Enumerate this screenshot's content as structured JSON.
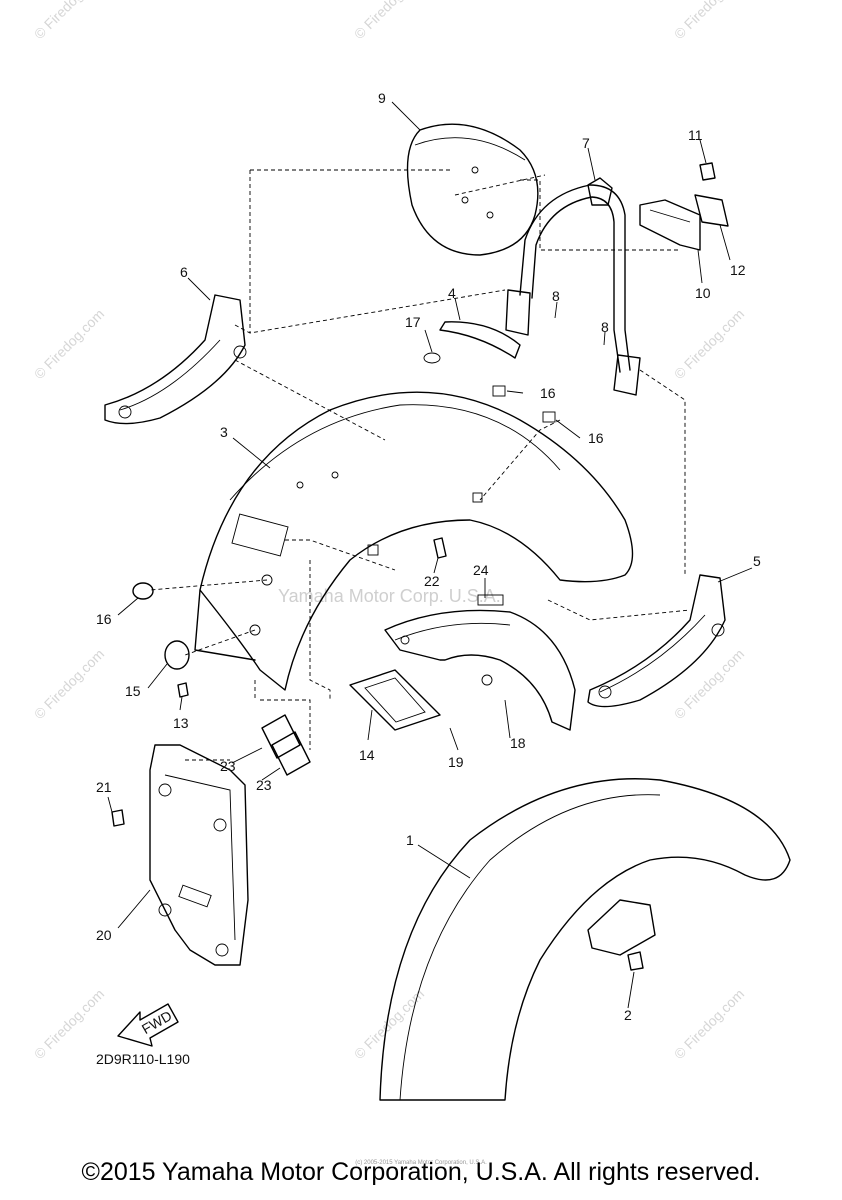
{
  "diagram_code": "2D9R110-L190",
  "fwd_label": "FWD",
  "copyright": "©2015 Yamaha Motor Corporation, U.S.A. All rights reserved.",
  "copyright_small": "(c) 2005-2015 Yamaha Motor Corporation, U.S.A.",
  "watermark_firedog": "© Firedog.com",
  "watermark_yamaha": "Yamaha Motor Corp. U.S.A.",
  "callouts": {
    "c1": "1",
    "c2": "2",
    "c3": "3",
    "c4": "4",
    "c5": "5",
    "c6": "6",
    "c7": "7",
    "c8a": "8",
    "c8b": "8",
    "c9": "9",
    "c10": "10",
    "c11": "11",
    "c12": "12",
    "c13": "13",
    "c14": "14",
    "c15": "15",
    "c16a": "16",
    "c16b": "16",
    "c16c": "16",
    "c17": "17",
    "c18": "18",
    "c19": "19",
    "c20": "20",
    "c21": "21",
    "c22": "22",
    "c23a": "23",
    "c23b": "23",
    "c24": "24"
  }
}
